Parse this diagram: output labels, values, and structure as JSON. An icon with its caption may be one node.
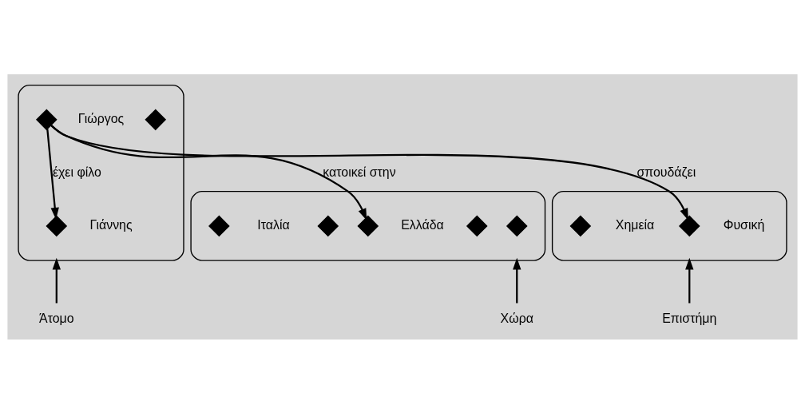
{
  "diagram": {
    "nodes": [
      {
        "text": [],
        "shape": "ellipse"
      },
      {
        "text": [],
        "shape": "diamond",
        "beside": [
          "Γιάννης"
        ],
        "in": 0
      },
      {
        "text": [],
        "shape": "diamond",
        "in": 0
      },
      {
        "text": [],
        "shape": "diamond",
        "beside": [
          "Γιώργος"
        ],
        "in": 0
      },
      {
        "text": [
          "Άτομο"
        ]
      },
      {
        "text": [],
        "shape": "ellipse"
      },
      {
        "text": [],
        "shape": "diamond",
        "in": 5
      },
      {
        "text": [],
        "shape": "diamond",
        "in": 5
      },
      {
        "text": [],
        "shape": "diamond",
        "beside": [
          "Ελλάδα"
        ],
        "in": 5
      },
      {
        "text": [],
        "shape": "diamond",
        "in": 5
      },
      {
        "text": [],
        "shape": "diamond",
        "beside": [
          "Ιταλία"
        ],
        "in": 5
      },
      {
        "text": [
          "Χώρα"
        ]
      },
      {
        "text": [],
        "shape": "ellipse"
      },
      {
        "text": [],
        "shape": "diamond",
        "beside": [
          "Φυσική"
        ],
        "in": 12
      },
      {
        "text": [],
        "shape": "diamond",
        "beside": [
          "Χημεία"
        ],
        "in": 12
      },
      {
        "text": [
          "Επιστήμη"
        ]
      }
    ],
    "edges": [
      {
        "from": 3,
        "to": 1,
        "arrow": "to",
        "label": "έχει φίλο"
      },
      {
        "from": 3,
        "to": 8,
        "arrow": "to",
        "label": "κατοικεί στην"
      },
      {
        "from": 3,
        "to": 13,
        "arrow": "to",
        "label": "σπουδάζει"
      },
      {
        "from": 4,
        "to": 0,
        "arrow": "to"
      },
      {
        "from": 11,
        "to": 5,
        "arrow": "to"
      },
      {
        "from": 15,
        "to": 12,
        "arrow": "to"
      }
    ]
  }
}
